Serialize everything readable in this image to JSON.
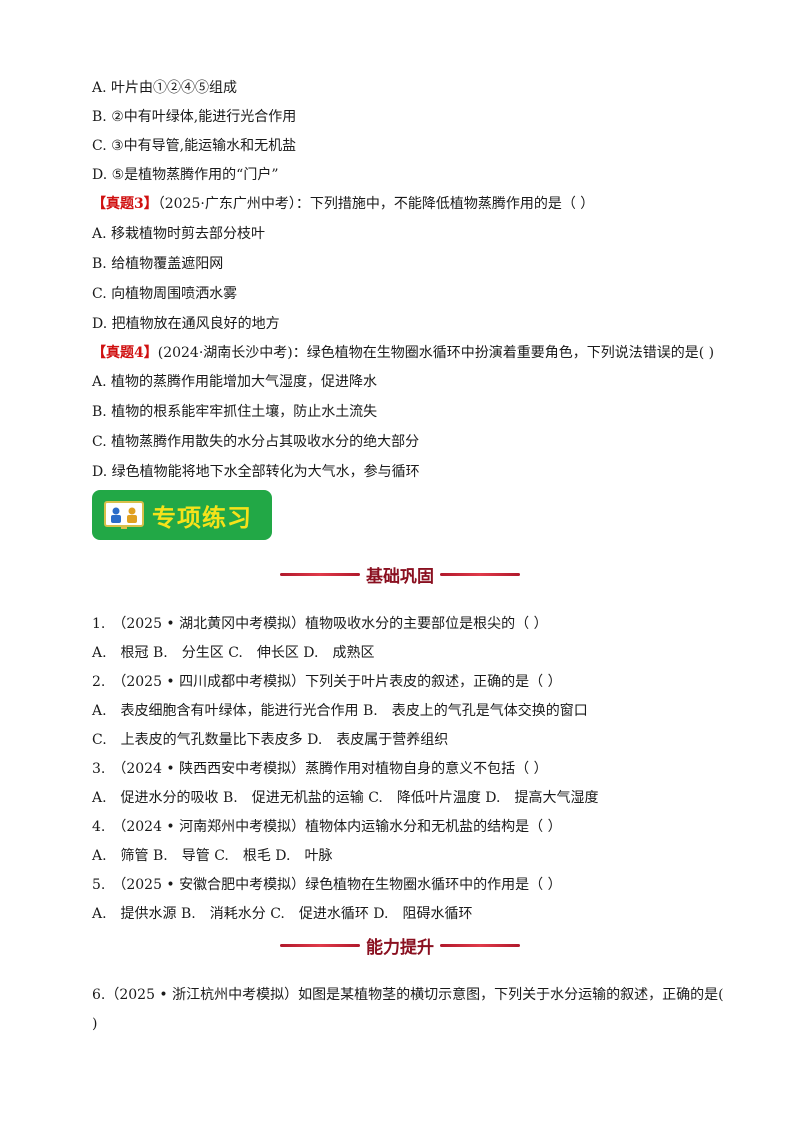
{
  "q2_options": {
    "a": "A. 叶片由①②④⑤组成",
    "b": "B. ②中有叶绿体,能进行光合作用",
    "c": "C. ③中有导管,能运输水和无机盐",
    "d": "D. ⑤是植物蒸腾作用的“门户”"
  },
  "q3": {
    "tag": "【真题3】",
    "stem": "（2025·广东广州中考）：下列措施中，不能降低植物蒸腾作用的是（ ）",
    "a": "A. 移栽植物时剪去部分枝叶",
    "b": "B. 给植物覆盖遮阳网",
    "c": "C. 向植物周围喷洒水雾",
    "d": "D. 把植物放在通风良好的地方"
  },
  "q4": {
    "tag": "【真题4】",
    "stem": "(2024·湖南长沙中考)：绿色植物在生物圈水循环中扮演着重要角色，下列说法错误的是( )",
    "a": "A. 植物的蒸腾作用能增加大气湿度，促进降水",
    "b": "B. 植物的根系能牢牢抓住土壤，防止水土流失",
    "c": "C. 植物蒸腾作用散失的水分占其吸收水分的绝大部分",
    "d": "D. 绿色植物能将地下水全部转化为大气水，参与循环"
  },
  "banner": {
    "label": "专项练习",
    "icon": "people-board-icon",
    "color": "#22a846",
    "text_color": "#f6e21a"
  },
  "section_basic": {
    "title": "基础巩固"
  },
  "section_advanced": {
    "title": "能力提升"
  },
  "practice": [
    {
      "stem": "1.　（2025 • 湖北黄冈中考模拟）植物吸收水分的主要部位是根尖的（ ）",
      "options": "A.　根冠 B.　分生区 C.　伸长区 D.　成熟区"
    },
    {
      "stem": "2.　（2025 • 四川成都中考模拟）下列关于叶片表皮的叙述，正确的是（ ）",
      "options": "A.　表皮细胞含有叶绿体，能进行光合作用 B.　表皮上的气孔是气体交换的窗口",
      "options2": "C.　上表皮的气孔数量比下表皮多 D.　表皮属于营养组织"
    },
    {
      "stem": "3.　（2024 • 陕西西安中考模拟）蒸腾作用对植物自身的意义不包括（ ）",
      "options": "A.　促进水分的吸收 B.　促进无机盐的运输 C.　降低叶片温度 D.　提高大气湿度"
    },
    {
      "stem": "4.　（2024 • 河南郑州中考模拟）植物体内运输水分和无机盐的结构是（ ）",
      "options": "A.　筛管 B.　导管 C.　根毛 D.　叶脉"
    },
    {
      "stem": "5.　（2025 • 安徽合肥中考模拟）绿色植物在生物圈水循环中的作用是（ ）",
      "options": "A.　提供水源 B.　消耗水分 C.　促进水循环 D.　阻碍水循环"
    }
  ],
  "q6": {
    "stem": "6.（2025 • 浙江杭州中考模拟）如图是某植物茎的横切示意图，下列关于水分运输的叙述，正确的是(",
    "stem_end": ")"
  }
}
